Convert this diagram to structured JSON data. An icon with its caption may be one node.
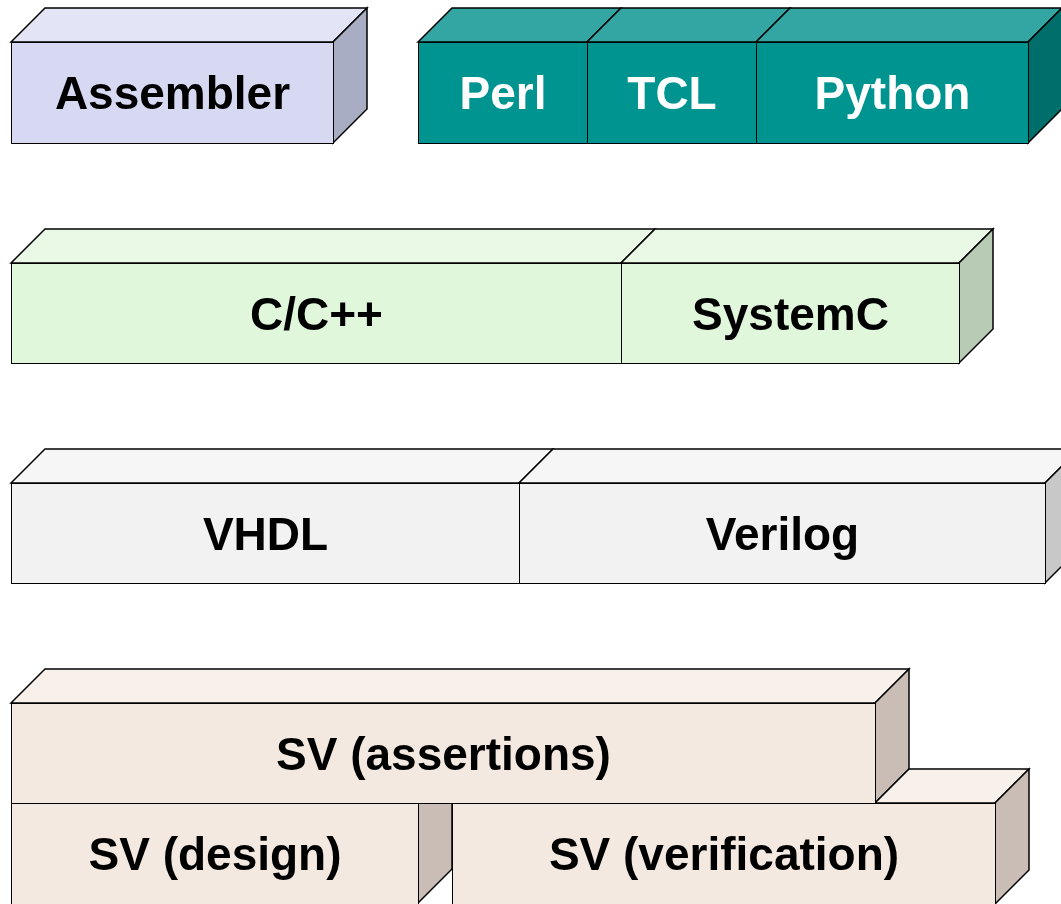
{
  "diagram": {
    "nodes": [
      {
        "text": [
          "Assembler"
        ]
      },
      {
        "text": [
          "Perl"
        ]
      },
      {
        "text": [
          "TCL"
        ]
      },
      {
        "text": [
          "Python"
        ]
      },
      {
        "text": [
          "C/C++"
        ]
      },
      {
        "text": [
          "SystemC"
        ]
      },
      {
        "text": [
          "VHDL"
        ]
      },
      {
        "text": [
          "Verilog"
        ]
      },
      {
        "text": [
          "SV (assertions)"
        ]
      },
      {
        "text": [
          "SV (design)"
        ]
      },
      {
        "text": [
          "SV (verification)"
        ]
      }
    ]
  }
}
